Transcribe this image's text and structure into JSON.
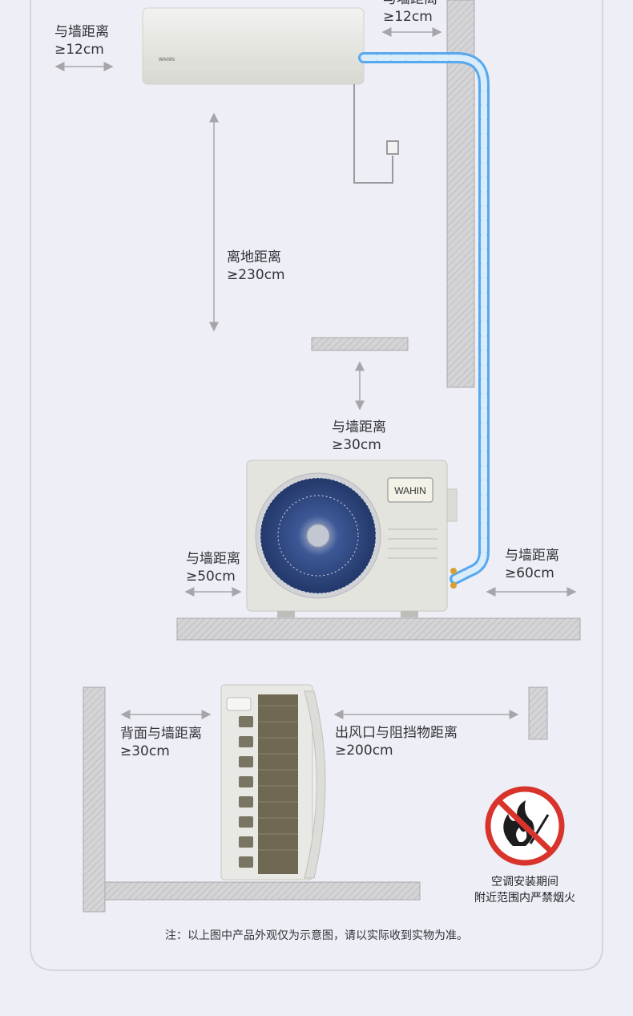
{
  "labels": {
    "indoor_left": {
      "line1": "与墙距离",
      "line2": "≥12cm"
    },
    "indoor_right": {
      "line1": "与墙距离",
      "line2": "≥12cm"
    },
    "height": {
      "line1": "离地距离",
      "line2": "≥230cm"
    },
    "outdoor_top": {
      "line1": "与墙距离",
      "line2": "≥30cm"
    },
    "outdoor_left": {
      "line1": "与墙距离",
      "line2": "≥50cm"
    },
    "outdoor_right": {
      "line1": "与墙距离",
      "line2": "≥60cm"
    },
    "back": {
      "line1": "背面与墙距离",
      "line2": "≥30cm"
    },
    "outlet": {
      "line1": "出风口与阻挡物距离",
      "line2": "≥200cm"
    }
  },
  "brand": {
    "outdoor_logo": "WAHIN",
    "indoor_logo": "WAHIN"
  },
  "warning": {
    "line1": "空调安装期间",
    "line2": "附近范围内严禁烟火"
  },
  "footnote": "注：以上图中产品外观仅为示意图，请以实际收到实物为准。",
  "colors": {
    "pipe": "#58a8ee",
    "fan_blue": "#2f4a86",
    "warning_red": "#d8342c"
  }
}
